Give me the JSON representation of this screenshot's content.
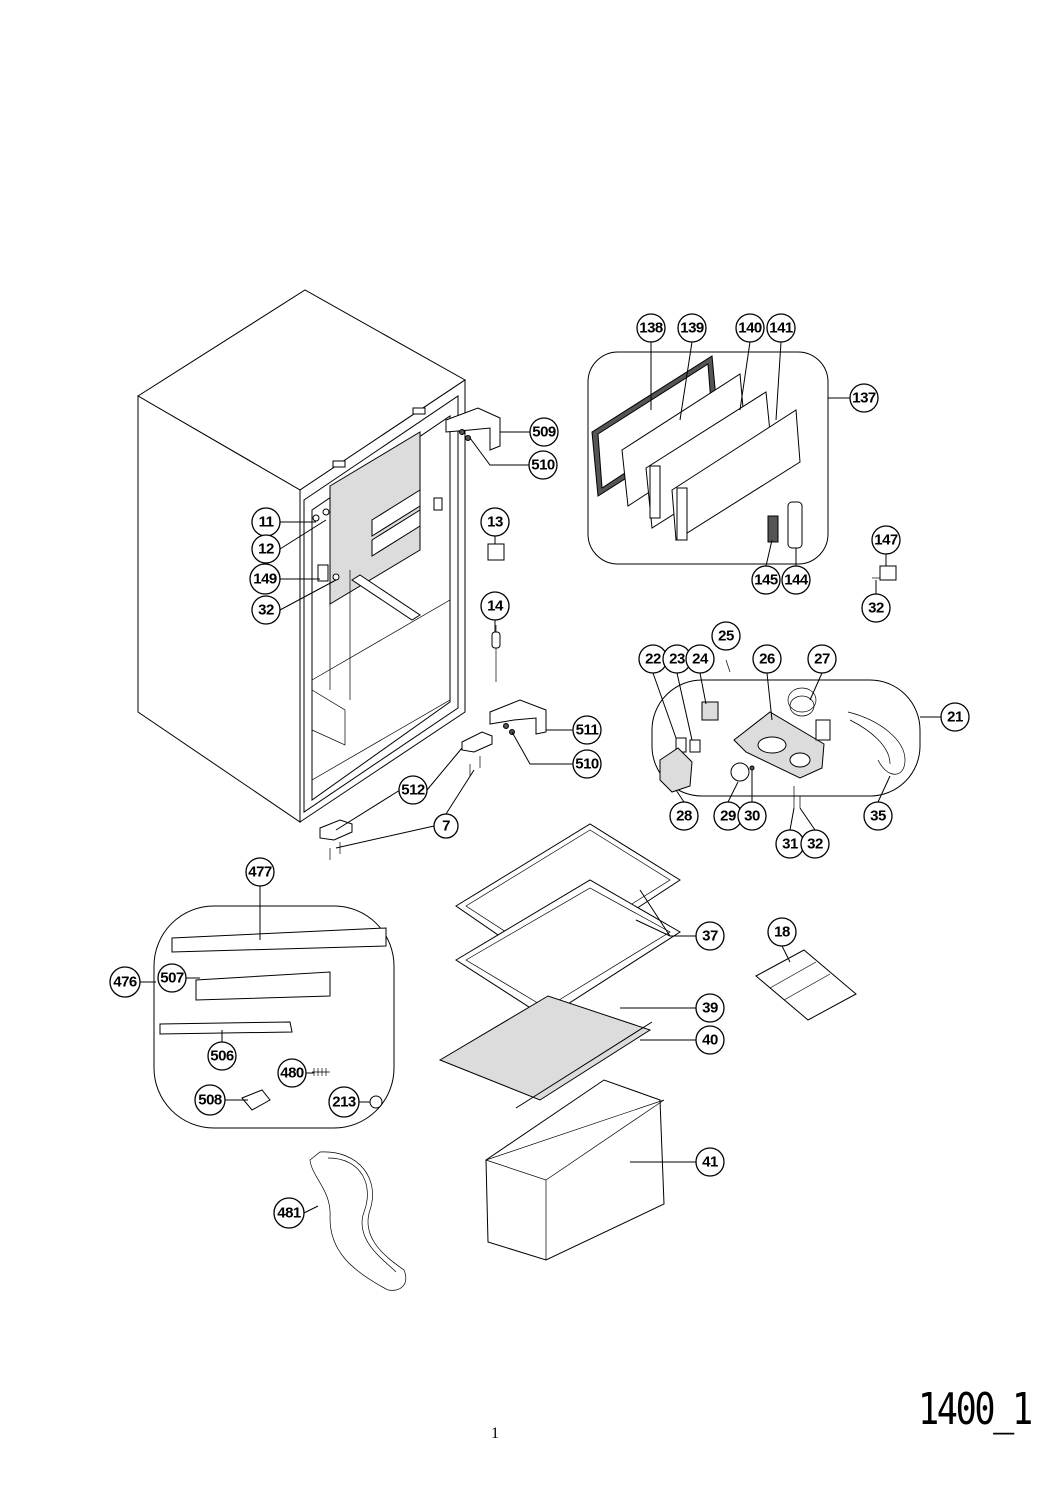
{
  "drawing": {
    "code": "1400_1",
    "page_number": "1"
  },
  "callouts": {
    "c138": "138",
    "c139": "139",
    "c140": "140",
    "c141": "141",
    "c137": "137",
    "c509": "509",
    "c510a": "510",
    "c11": "11",
    "c12": "12",
    "c13": "13",
    "c149": "149",
    "c32a": "32",
    "c14": "14",
    "c145": "145",
    "c144": "144",
    "c147": "147",
    "c32b": "32",
    "c25": "25",
    "c22": "22",
    "c23": "23",
    "c24": "24",
    "c26": "26",
    "c27": "27",
    "c21": "21",
    "c511": "511",
    "c510b": "510",
    "c512": "512",
    "c7": "7",
    "c28": "28",
    "c29": "29",
    "c30": "30",
    "c35": "35",
    "c31": "31",
    "c32c": "32",
    "c477": "477",
    "c37": "37",
    "c18": "18",
    "c476": "476",
    "c507": "507",
    "c39": "39",
    "c40": "40",
    "c506": "506",
    "c480": "480",
    "c508": "508",
    "c213": "213",
    "c41": "41",
    "c481": "481"
  }
}
